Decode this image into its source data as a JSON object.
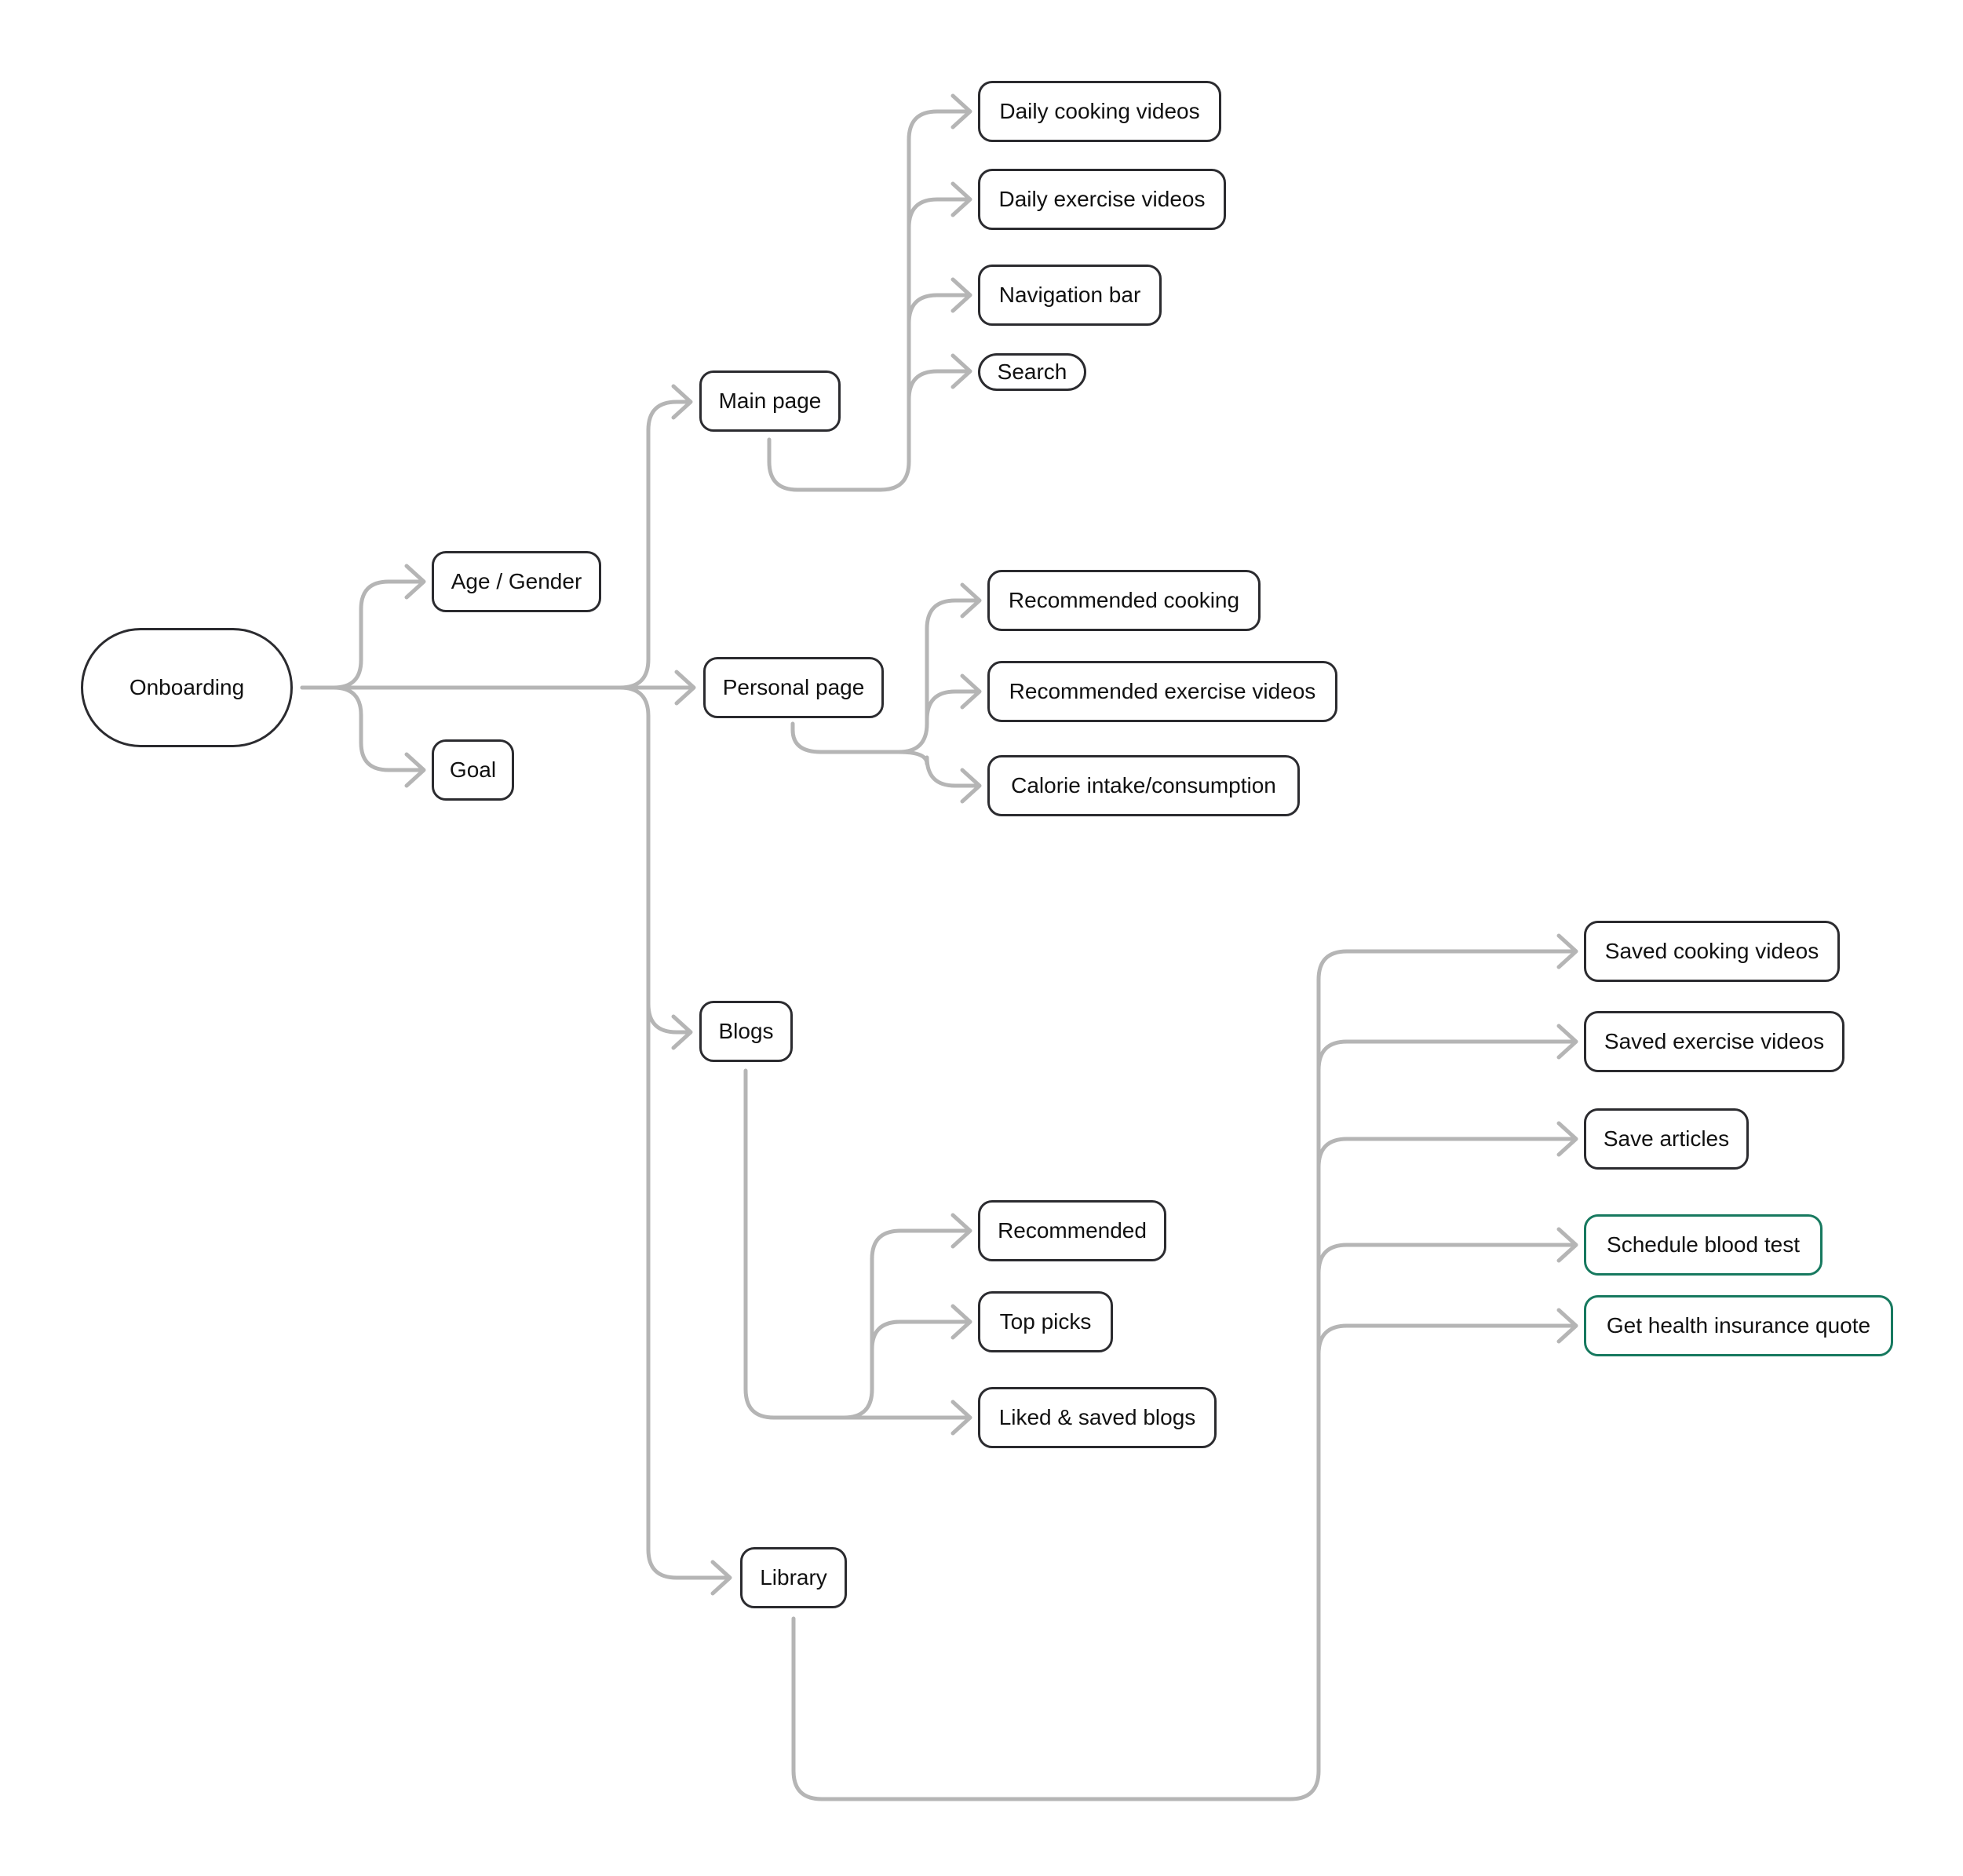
{
  "diagram": {
    "root": "Onboarding",
    "nodes": {
      "age_gender": "Age / Gender",
      "goal": "Goal",
      "main_page": "Main page",
      "personal_page": "Personal page",
      "blogs": "Blogs",
      "library": "Library",
      "daily_cooking_videos": "Daily cooking videos",
      "daily_exercise_videos": "Daily exercise videos",
      "navigation_bar": "Navigation bar",
      "search": "Search",
      "recommended_cooking": "Recommended cooking",
      "recommended_exercise_videos": "Recommended exercise videos",
      "calorie_intake": "Calorie intake/consumption",
      "recommended": "Recommended",
      "top_picks": "Top picks",
      "liked_saved_blogs": "Liked & saved blogs",
      "saved_cooking_videos": "Saved cooking videos",
      "saved_exercise_videos": "Saved exercise videos",
      "save_articles": "Save articles",
      "schedule_blood_test": "Schedule blood test",
      "health_insurance_quote": "Get health insurance quote"
    },
    "colors": {
      "node_border": "#2b2b2f",
      "accent_border": "#17795f",
      "connector": "#b5b5b5"
    }
  }
}
